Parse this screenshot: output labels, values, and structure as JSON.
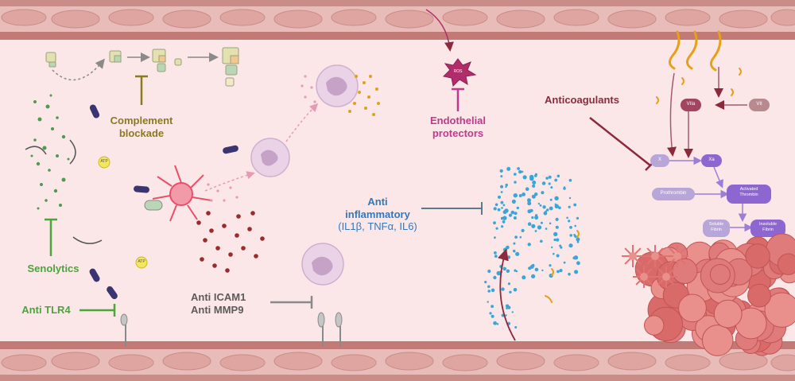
{
  "labels": {
    "complement_line1": "Complement",
    "complement_line2": "blockade",
    "senolytics": "Senolytics",
    "anti_tlr4": "Anti TLR4",
    "anti_icam1": "Anti ICAM1",
    "anti_mmp9": "Anti MMP9",
    "endothelial_line1": "Endothelial",
    "endothelial_line2": "protectors",
    "antiinflam_line1": "Anti",
    "antiinflam_line2": "inflammatory",
    "antiinflam_line3": "(IL1β, TNFα, IL6)",
    "anticoagulants": "Anticoagulants"
  },
  "small_text": {
    "atp": "ATP",
    "ros": "ROS",
    "vila": "VIIa",
    "vii": "VII",
    "x": "X",
    "xa": "Xa",
    "prothrombin": "Prothrombin",
    "activated_thrombin_1": "Activated",
    "activated_thrombin_2": "Thrombin",
    "soluble_fibrin_1": "Soluble",
    "soluble_fibrin_2": "Fibrin",
    "insoluble_fibrin_1": "Insoluble",
    "insoluble_fibrin_2": "Fibrin"
  },
  "colors": {
    "background": "#fbe7e7",
    "vessel_wall": "#d9a39f",
    "vessel_cell": "#e5b7b3",
    "complement": "#8b7a1f",
    "senolytic": "#4aa53a",
    "icam": "#5b5b5b",
    "endothelial": "#c0398c",
    "antiinflam": "#2f79c2",
    "anticoag": "#8c2a3d",
    "dots_green": "#4e9a4f",
    "dots_red": "#9b2b2b",
    "dots_blue": "#3aa6d8",
    "coag_purple": "#9b7fd6",
    "coag_lavender": "#b8a6d8",
    "clot": "#d86a6a"
  }
}
